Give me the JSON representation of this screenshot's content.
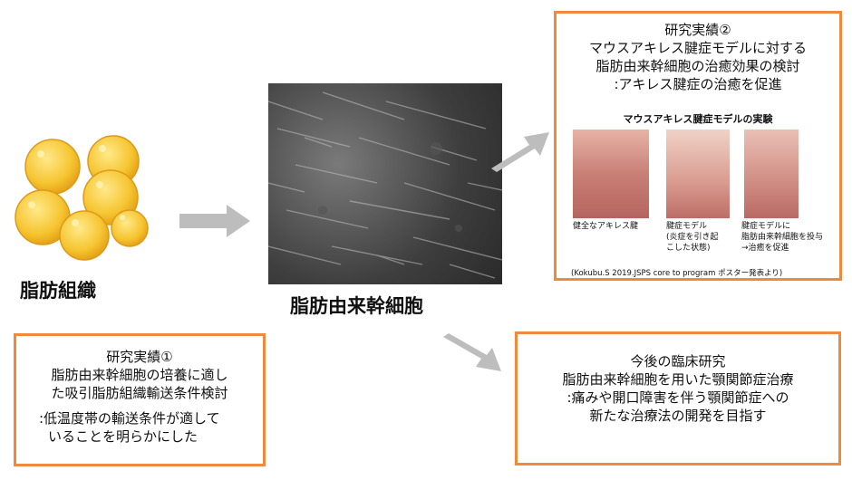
{
  "left": {
    "label": "脂肪組織"
  },
  "center": {
    "label": "脂肪由来幹細胞"
  },
  "box1": {
    "title": "研究実績①",
    "lines": [
      "脂肪由来幹細胞の培養に適し",
      "た吸引脂肪組織輸送条件検討"
    ],
    "note": [
      ":低温度帯の輸送条件が適して",
      "いることを明らかにした"
    ]
  },
  "box2": {
    "title": "研究実績②",
    "lines": [
      "マウスアキレス腱症モデルに対する",
      "脂肪由来幹細胞の治癒効果の検討",
      ":アキレス腱症の治癒を促進"
    ],
    "figure_title": "マウスアキレス腱症モデルの実験",
    "captions": [
      [
        "健全なアキレス腱"
      ],
      [
        "腱症モデル",
        "(炎症を引き起",
        "こした状態)"
      ],
      [
        "腱症モデルに",
        "脂肪由来幹細胞を投与",
        "→治癒を促進"
      ]
    ],
    "credit": "(Kokubu.S 2019.JSPS core to program ポスター発表より)"
  },
  "box3": {
    "title": "今後の臨床研究",
    "lines": [
      "脂肪由来幹細胞を用いた顎関節症治療",
      ":痛みや開口障害を伴う顎関節症への",
      "新たな治療法の開発を目指す"
    ]
  }
}
